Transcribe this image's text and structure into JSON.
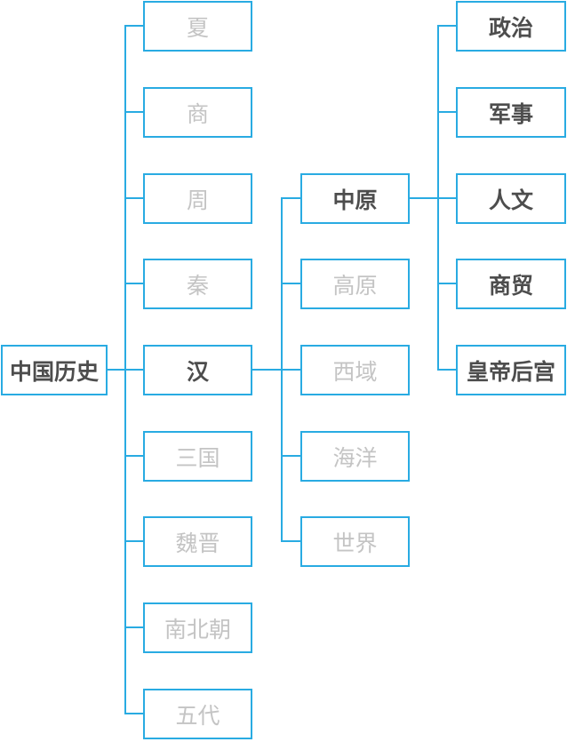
{
  "diagram": {
    "type": "mindmap-tree",
    "root": {
      "label": "中国历史",
      "active": true
    },
    "dynasties": [
      {
        "label": "夏",
        "active": false
      },
      {
        "label": "商",
        "active": false
      },
      {
        "label": "周",
        "active": false
      },
      {
        "label": "秦",
        "active": false
      },
      {
        "label": "汉",
        "active": true
      },
      {
        "label": "三国",
        "active": false
      },
      {
        "label": "魏晋",
        "active": false
      },
      {
        "label": "南北朝",
        "active": false
      },
      {
        "label": "五代",
        "active": false
      }
    ],
    "regions": [
      {
        "label": "中原",
        "active": true
      },
      {
        "label": "高原",
        "active": false
      },
      {
        "label": "西域",
        "active": false
      },
      {
        "label": "海洋",
        "active": false
      },
      {
        "label": "世界",
        "active": false
      }
    ],
    "topics": [
      {
        "label": "政治",
        "active": true
      },
      {
        "label": "军事",
        "active": true
      },
      {
        "label": "人文",
        "active": true
      },
      {
        "label": "商贸",
        "active": true
      },
      {
        "label": "皇帝后宫",
        "active": true
      }
    ],
    "active_path": [
      "中国历史",
      "汉",
      "中原",
      "政治",
      "军事",
      "人文",
      "商贸",
      "皇帝后宫"
    ],
    "colors": {
      "border": "#29ABE2",
      "line": "#29ABE2",
      "active_text": "#4D4D4D",
      "inactive_text": "#C4C4C4",
      "background": "#FFFFFF"
    }
  }
}
